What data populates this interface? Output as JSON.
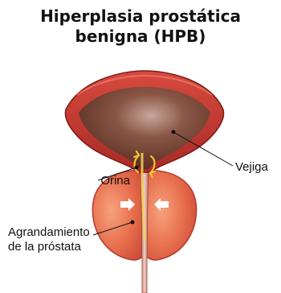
{
  "title": {
    "line1": "Hiperplasia prostática",
    "line2": "benigna (HPB)"
  },
  "labels": {
    "bladder": "Vejiga",
    "urine": "Orina",
    "enlargement_line1": "Agrandamiento",
    "enlargement_line2": "de la próstata"
  },
  "icons": {
    "flow_arrows": "yellow-curved-arrows-icon",
    "compression_arrows": "white-arrow-icons"
  },
  "colors": {
    "bladder_wall": "#c23a33",
    "bladder_wall_edge": "#8a1d1a",
    "bladder_lumen": "#6a3a2c",
    "lumen_highlight": "#b28a7d",
    "urine_stream": "#f5d55a",
    "prostate": "#e86c4f",
    "urethra": "#d9a79d",
    "arrow_flow": "#f4c430",
    "arrow_compress": "#ffffff",
    "leader": "#111111"
  }
}
